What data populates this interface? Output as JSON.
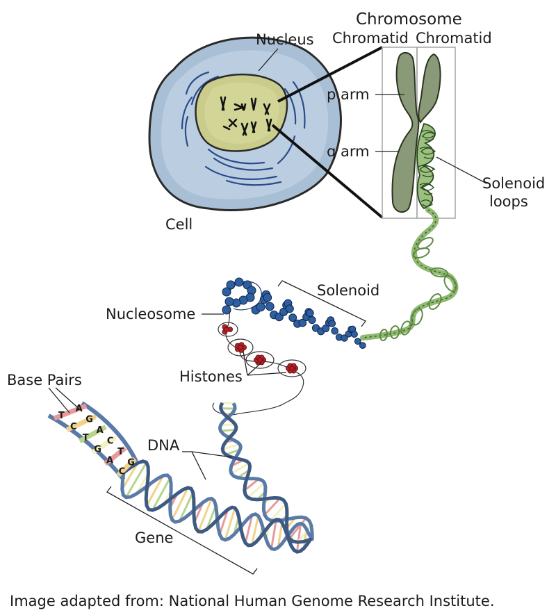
{
  "labels": {
    "cell": "Cell",
    "nucleus": "Nucleus",
    "chromosome": "Chromosome",
    "chromatid_left": "Chromatid",
    "chromatid_right": "Chromatid",
    "p_arm": "p arm",
    "q_arm": "q arm",
    "solenoid_loops_1": "Solenoid",
    "solenoid_loops_2": "loops",
    "solenoid": "Solenoid",
    "nucleosome": "Nucleosome",
    "histones": "Histones",
    "base_pairs": "Base Pairs",
    "dna": "DNA",
    "gene": "Gene"
  },
  "base_letters": [
    "T",
    "A",
    "C",
    "G",
    "T",
    "A",
    "G",
    "C",
    "A",
    "T",
    "C",
    "G"
  ],
  "credit": "Image adapted from: National Human Genome Research Institute.",
  "colors": {
    "cell_fill": "#a9bfd6",
    "cell_edge": "#8fa9c4",
    "nucleus_fill": "#c9cc8a",
    "membrane": "#2b4a8a",
    "chromosome": "#8a9a78",
    "green_fiber": "#8fb870",
    "nucleosome_blue": "#2e5fa0",
    "histone_red": "#b52025",
    "dna_backbone": "#5a7ba8",
    "dna_rungs": [
      "#e79a9a",
      "#f0d38a",
      "#b8d48c",
      "#f4f0c0"
    ]
  }
}
